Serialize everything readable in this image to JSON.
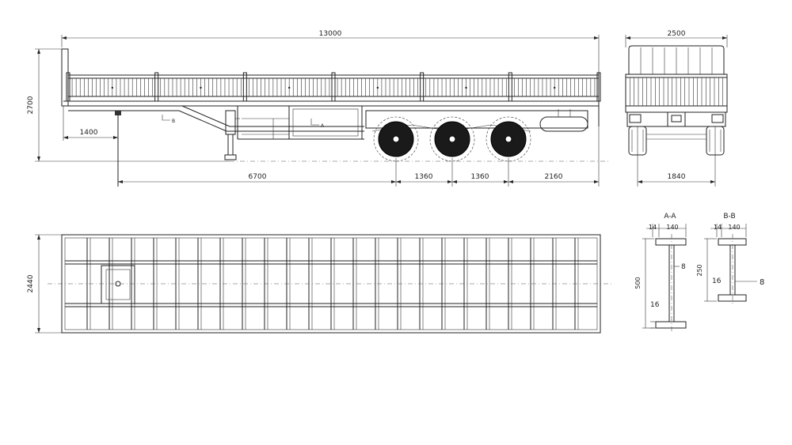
{
  "side_view": {
    "overall_length": "13000",
    "height": "2700",
    "front_overhang": "1400",
    "kingpin_to_axle": "6700",
    "axle_spacing_1": "1360",
    "axle_spacing_2": "1360",
    "rear_overhang": "2160",
    "section_mark_b": "B",
    "section_mark_a": "A"
  },
  "rear_view": {
    "overall_width": "2500",
    "track_width": "1840"
  },
  "plan_view": {
    "deck_width": "2440"
  },
  "section_a": {
    "title": "A-A",
    "flange_offset": "14",
    "flange_width": "140",
    "height": "500",
    "web_thickness": "8",
    "flange_thickness": "16"
  },
  "section_b": {
    "title": "B-B",
    "flange_offset": "14",
    "flange_width": "140",
    "height": "250",
    "web_thickness": "8",
    "flange_thickness": "16"
  }
}
